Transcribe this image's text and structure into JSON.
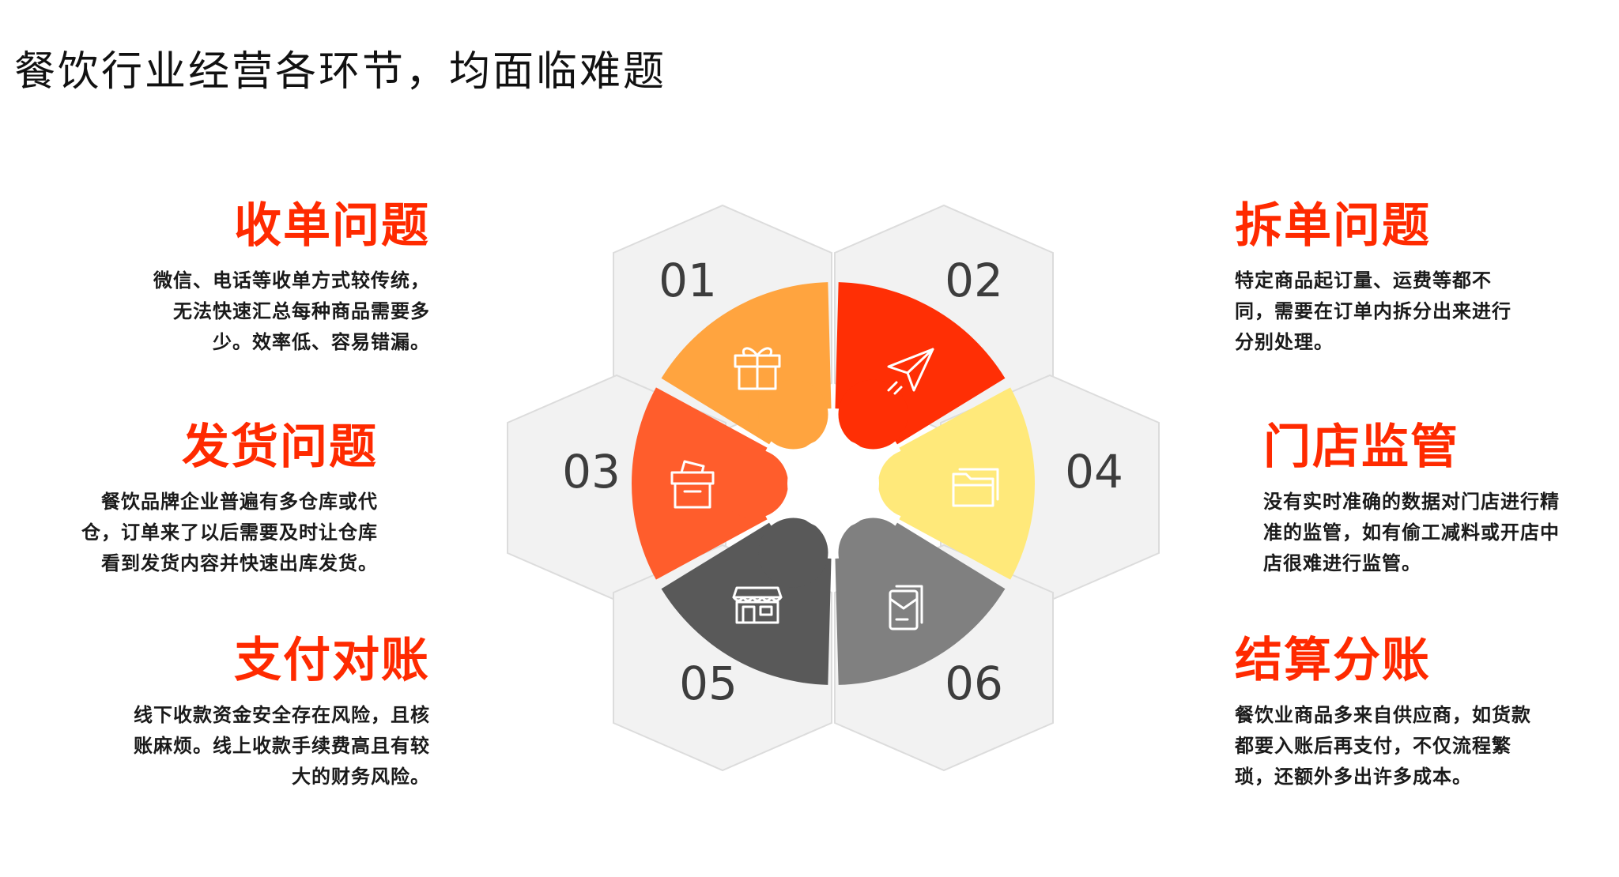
{
  "page": {
    "title": "餐饮行业经营各环节，均面临难题"
  },
  "colors": {
    "accent": "#ff2a00",
    "hexagon_fill": "#f2f2f2",
    "hexagon_stroke": "#dcdcdc",
    "segment_01": "#ffa43f",
    "segment_02": "#ff2f05",
    "segment_03": "#ff5d2c",
    "segment_04": "#ffe97a",
    "segment_05": "#595959",
    "segment_06": "#808080"
  },
  "diagram": {
    "numbers": [
      "01",
      "02",
      "03",
      "04",
      "05",
      "06"
    ],
    "icons": [
      "gift-box-icon",
      "paper-plane-icon",
      "archive-box-icon",
      "folder-icon",
      "storefront-icon",
      "document-envelope-icon"
    ]
  },
  "issues": {
    "order_collection": {
      "title": "收单问题",
      "lines": [
        "微信、电话等收单方式较传统，",
        "无法快速汇总每种商品需要多",
        "少。效率低、容易错漏。"
      ]
    },
    "order_splitting": {
      "title": "拆单问题",
      "lines": [
        "特定商品起订量、运费等都不",
        "同，需要在订单内拆分出来进行",
        "分别处理。"
      ]
    },
    "shipping": {
      "title": "发货问题",
      "lines": [
        "餐饮品牌企业普遍有多仓库或代",
        "仓，订单来了以后需要及时让仓库",
        "看到发货内容并快速出库发货。"
      ]
    },
    "store_supervision": {
      "title": "门店监管",
      "lines": [
        "没有实时准确的数据对门店进行精",
        "准的监管，如有偷工减料或开店中",
        "店很难进行监管。"
      ]
    },
    "payment_reconciliation": {
      "title": "支付对账",
      "lines": [
        "线下收款资金安全存在风险，且核",
        "账麻烦。线上收款手续费高且有较",
        "大的财务风险。"
      ]
    },
    "settlement": {
      "title": "结算分账",
      "lines": [
        "餐饮业商品多来自供应商，如货款",
        "都要入账后再支付，不仅流程繁",
        "琐，还额外多出许多成本。"
      ]
    }
  }
}
